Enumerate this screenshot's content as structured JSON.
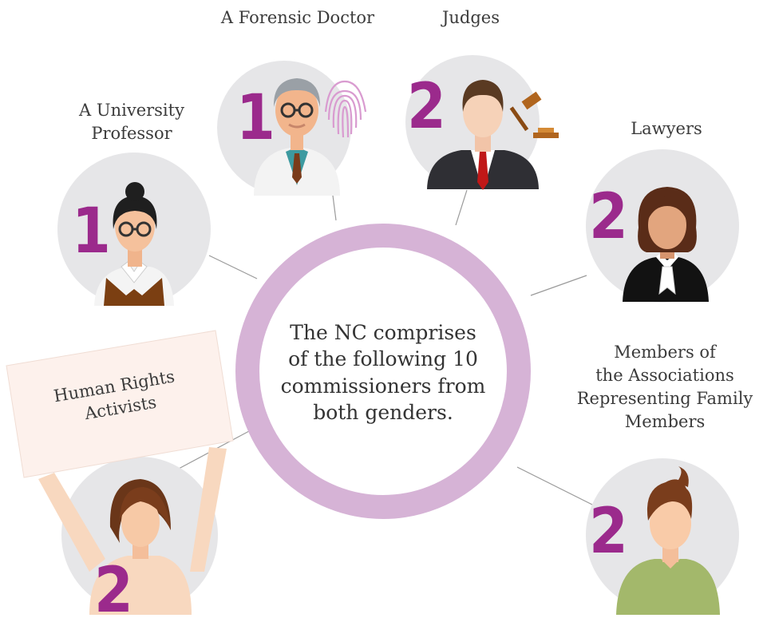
{
  "center": {
    "text_lines": [
      "The NC comprises",
      "of the following 10",
      "commissioners from",
      "both genders."
    ],
    "ring_color": "#d6b3d6"
  },
  "accent_color": "#9b2a8c",
  "groups": [
    {
      "id": "forensic-doctor",
      "label_lines": [
        "A Forensic Doctor"
      ],
      "count": "1",
      "icons": [
        "doctor-icon",
        "fingerprint-icon"
      ]
    },
    {
      "id": "judges",
      "label_lines": [
        "Judges"
      ],
      "count": "2",
      "icons": [
        "judge-icon",
        "gavel-icon"
      ]
    },
    {
      "id": "university-professor",
      "label_lines": [
        "A University",
        "Professor"
      ],
      "count": "1",
      "icons": [
        "professor-icon"
      ]
    },
    {
      "id": "lawyers",
      "label_lines": [
        "Lawyers"
      ],
      "count": "2",
      "icons": [
        "lawyer-icon"
      ]
    },
    {
      "id": "human-rights-activists",
      "label_lines": [
        "Human Rights",
        "Activists"
      ],
      "count": "2",
      "icons": [
        "activist-icon",
        "protest-sign-icon"
      ]
    },
    {
      "id": "family-associations",
      "label_lines": [
        "Members of",
        "the Associations",
        "Representing Family",
        "Members"
      ],
      "count": "2",
      "icons": [
        "family-member-icon"
      ]
    }
  ]
}
